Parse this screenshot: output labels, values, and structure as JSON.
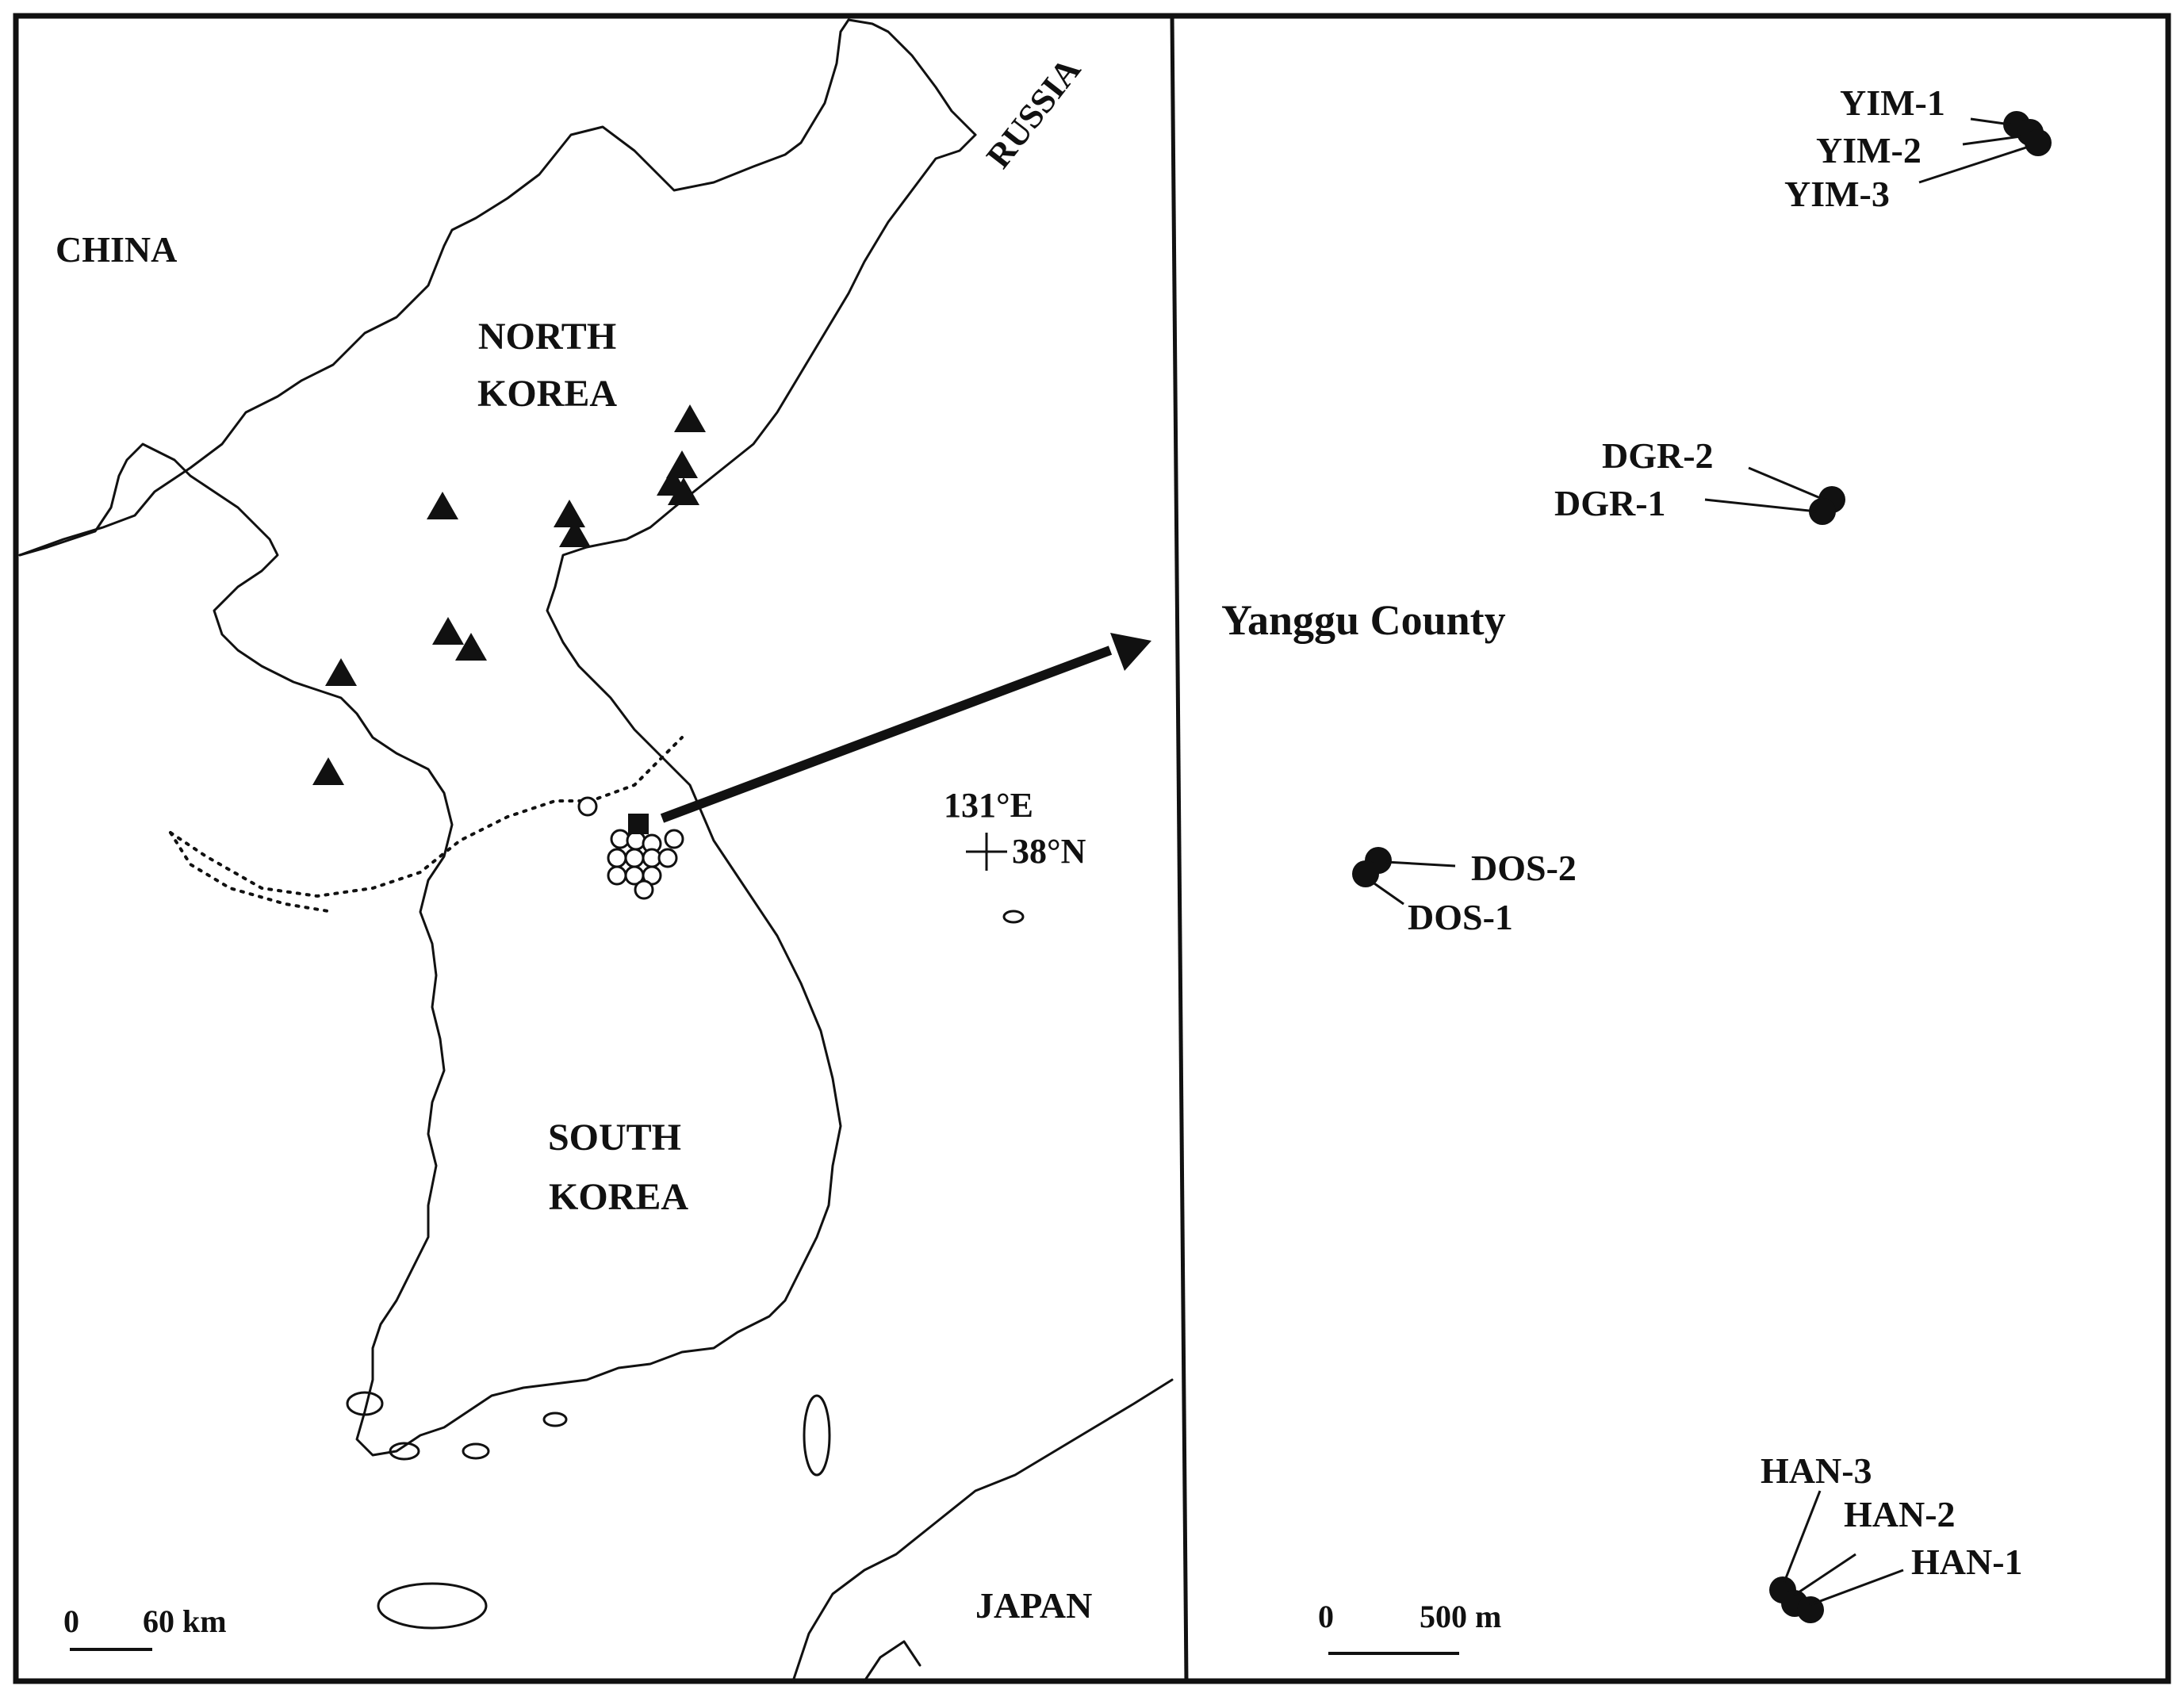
{
  "left_panel": {
    "country_labels": [
      "CHINA",
      "RUSSIA",
      "JAPAN"
    ],
    "north_korea": [
      "NORTH",
      "KOREA"
    ],
    "south_korea": [
      "SOUTH",
      "KOREA"
    ],
    "coordinate_marker": {
      "longitude": "131°E",
      "latitude": "38°N"
    },
    "scale_bar": {
      "start": "0",
      "end": "60 km"
    }
  },
  "right_panel": {
    "county_label": "Yanggu County",
    "site_labels": {
      "yim": [
        "YIM-1",
        "YIM-2",
        "YIM-3"
      ],
      "dgr": [
        "DGR-2",
        "DGR-1"
      ],
      "dos": [
        "DOS-2",
        "DOS-1"
      ],
      "han": [
        "HAN-3",
        "HAN-2",
        "HAN-1"
      ]
    },
    "scale_bar": {
      "start": "0",
      "end": "500 m"
    }
  },
  "legend_symbols": [
    "triangle-marker",
    "open-circle-marker",
    "filled-square-marker",
    "filled-circle-marker"
  ]
}
